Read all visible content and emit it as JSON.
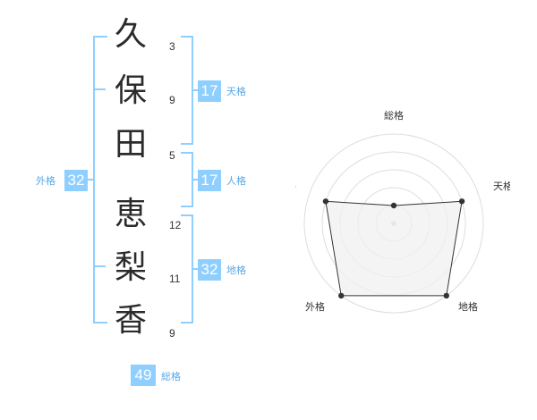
{
  "name": {
    "chars": [
      {
        "char": "久",
        "strokes": "3"
      },
      {
        "char": "保",
        "strokes": "9"
      },
      {
        "char": "田",
        "strokes": "5"
      },
      {
        "char": "恵",
        "strokes": "12"
      },
      {
        "char": "梨",
        "strokes": "11"
      },
      {
        "char": "香",
        "strokes": "9"
      }
    ]
  },
  "fortune": {
    "tenkaku": {
      "value": "17",
      "label": "天格"
    },
    "jinkaku": {
      "value": "17",
      "label": "人格"
    },
    "chikaku": {
      "value": "32",
      "label": "地格"
    },
    "gaikaku": {
      "value": "32",
      "label": "外格"
    },
    "soukaku": {
      "value": "49",
      "label": "総格"
    }
  },
  "radar": {
    "axes": [
      "総格",
      "天格",
      "地格",
      "外格",
      "人格"
    ],
    "levels": 5,
    "values": [
      1,
      4,
      5,
      5,
      4
    ],
    "max": 5,
    "colors": {
      "fill": "#f0f0f0",
      "stroke": "#333333",
      "grid": "#dddddd",
      "point": "#333333"
    }
  },
  "colors": {
    "accent": "#8fcfff",
    "label": "#59a8e6"
  }
}
